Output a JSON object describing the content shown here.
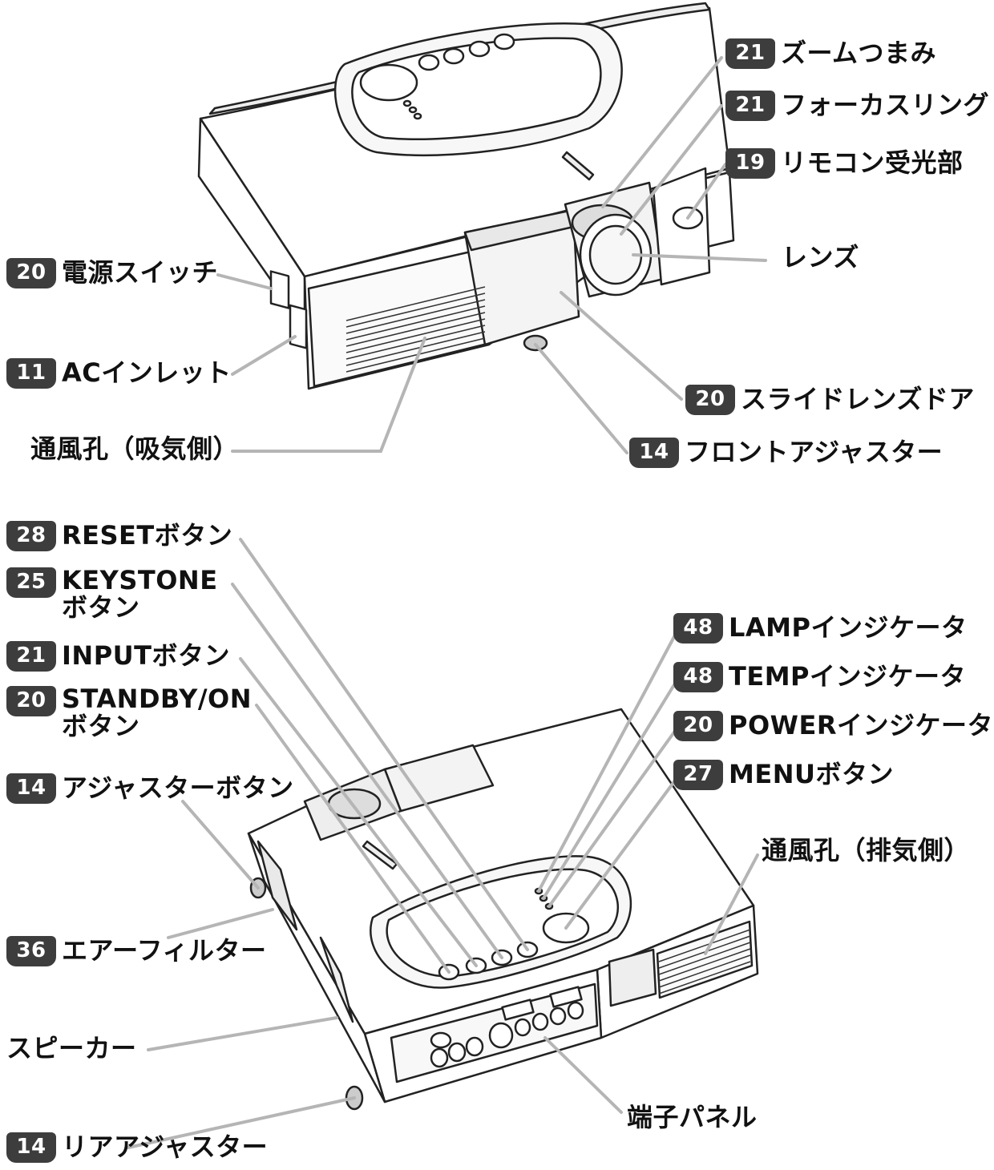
{
  "callouts_top": {
    "zoom": {
      "badge": "21",
      "text": "ズームつまみ"
    },
    "focus": {
      "badge": "21",
      "text": "フォーカスリング"
    },
    "remote": {
      "badge": "19",
      "text": "リモコン受光部"
    },
    "lens": {
      "text": "レンズ"
    },
    "power_switch": {
      "badge": "20",
      "text": "電源スイッチ"
    },
    "ac_inlet": {
      "badge": "11",
      "text": "ACインレット"
    },
    "intake": {
      "text": "通風孔（吸気側）"
    },
    "lens_door": {
      "badge": "20",
      "text": "スライドレンズドア"
    },
    "front_adjuster": {
      "badge": "14",
      "text": "フロントアジャスター"
    }
  },
  "callouts_bottom": {
    "reset": {
      "badge": "28",
      "text": "RESETボタン"
    },
    "keystone": {
      "badge": "25",
      "line1": "KEYSTONE",
      "line2": "ボタン"
    },
    "input": {
      "badge": "21",
      "text": "INPUTボタン"
    },
    "standby": {
      "badge": "20",
      "line1": "STANDBY/ON",
      "line2": "ボタン"
    },
    "adjuster_button": {
      "badge": "14",
      "text": "アジャスターボタン"
    },
    "lamp": {
      "badge": "48",
      "text": "LAMPインジケータ"
    },
    "temp": {
      "badge": "48",
      "text": "TEMPインジケータ"
    },
    "power_ind": {
      "badge": "20",
      "text": "POWERインジケータ"
    },
    "menu": {
      "badge": "27",
      "text": "MENUボタン"
    },
    "exhaust": {
      "text": "通風孔（排気側）"
    },
    "air_filter": {
      "badge": "36",
      "text": "エアーフィルター"
    },
    "speaker": {
      "text": "スピーカー"
    },
    "terminal_panel": {
      "text": "端子パネル"
    },
    "rear_adjuster": {
      "badge": "14",
      "text": "リアアジャスター"
    }
  }
}
